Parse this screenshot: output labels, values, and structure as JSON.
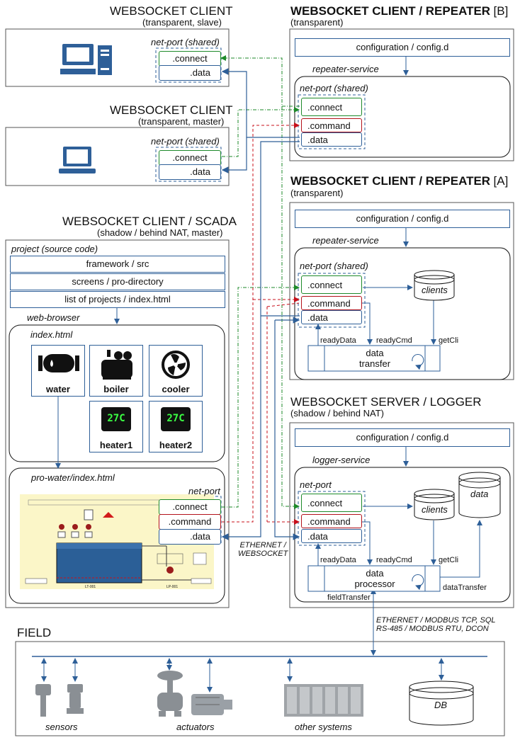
{
  "colors": {
    "blue": "#2e5f98",
    "green": "#1e8a2a",
    "red": "#c8101b",
    "black": "#111111"
  },
  "slave": {
    "title": "WEBSOCKET CLIENT",
    "subtitle": "(transparent, slave)",
    "netport": "net-port (shared)",
    "connect": ".connect",
    "data": ".data"
  },
  "master": {
    "title": "WEBSOCKET CLIENT",
    "subtitle": "(transparent, master)",
    "netport": "net-port (shared)",
    "connect": ".connect",
    "data": ".data"
  },
  "scada": {
    "title": "WEBSOCKET CLIENT / SCADA",
    "subtitle": "(shadow / behind NAT, master)",
    "project": "project (source code)",
    "rows": [
      "framework / src",
      "screens / pro-directory",
      "list of projects / index.html"
    ],
    "browser": "web-browser",
    "index": "index.html",
    "tiles": [
      "water",
      "boiler",
      "cooler",
      "heater1",
      "heater2"
    ],
    "thermo": "27C",
    "prowater": "pro-water/index.html",
    "netport": "net-port",
    "connect": ".connect",
    "command": ".command",
    "data": ".data"
  },
  "repB": {
    "title": "WEBSOCKET CLIENT / REPEATER",
    "tag": "[B]",
    "subtitle": "(transparent)",
    "config": "configuration / config.d",
    "service": "repeater-service",
    "netport": "net-port (shared)",
    "connect": ".connect",
    "command": ".command",
    "data": ".data"
  },
  "repA": {
    "title": "WEBSOCKET CLIENT / REPEATER",
    "tag": "[A]",
    "subtitle": "(transparent)",
    "config": "configuration / config.d",
    "service": "repeater-service",
    "netport": "net-port (shared)",
    "connect": ".connect",
    "command": ".command",
    "data": ".data",
    "clients": "clients",
    "readyData": "readyData",
    "readyCmd": "readyCmd",
    "getCli": "getCli",
    "proc1": "data",
    "proc2": "transfer"
  },
  "logger": {
    "title": "WEBSOCKET SERVER / LOGGER",
    "subtitle": "(shadow / behind NAT)",
    "config": "configuration / config.d",
    "service": "logger-service",
    "netport": "net-port",
    "connect": ".connect",
    "command": ".command",
    "data": ".data",
    "clients": "clients",
    "db": "data",
    "readyData": "readyData",
    "readyCmd": "readyCmd",
    "getCli": "getCli",
    "proc1": "data",
    "proc2": "processor",
    "dataTransfer": "dataTransfer",
    "fieldTransfer": "fieldTransfer"
  },
  "ethernet": {
    "line1": "ETHERNET /",
    "line2": "WEBSOCKET"
  },
  "modbus": {
    "line1": "ETHERNET / MODBUS TCP, SQL",
    "line2": "RS-485 / MODBUS RTU, DCON"
  },
  "field": {
    "title": "FIELD",
    "sensors": "sensors",
    "actuators": "actuators",
    "other": "other systems",
    "db": "DB"
  },
  "mimic": {
    "tank": "LT-001",
    "pump": "LP-001"
  }
}
